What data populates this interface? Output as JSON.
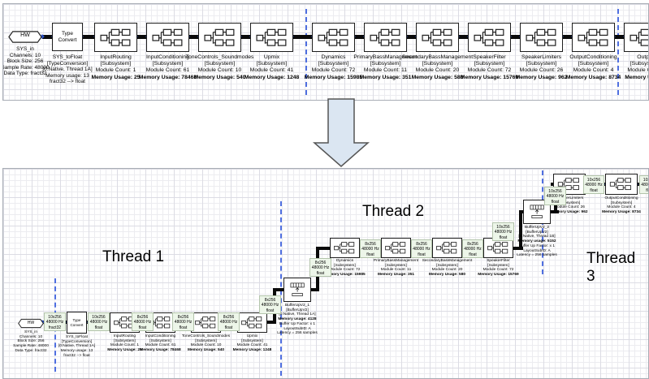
{
  "threads": [
    "Thread 1",
    "Thread 2",
    "Thread 3"
  ],
  "hw": {
    "label": "HW",
    "info": [
      "SYS_in",
      "Channels: 10",
      "Block Size: 256",
      "Sample Rate: 48000",
      "Data Type: fract32"
    ]
  },
  "typeconvert": {
    "label_line1": "Type",
    "label_line2": "Convert",
    "info": [
      "SYS_toFloat",
      "[TypeConversion]",
      "[0:Native, Thread 1A]",
      "Memory usage: 13",
      "fract32 --> float"
    ]
  },
  "subsystems": [
    {
      "name": "InputRouting",
      "kind": "[Subsystem]",
      "modules": "Module Count: 1",
      "memory": "Memory Usage: 25"
    },
    {
      "name": "InputConditioning",
      "kind": "[Subsystem]",
      "modules": "Module Count: 61",
      "memory": "Memory Usage: 78468"
    },
    {
      "name": "ToneControls_Soundmodes",
      "kind": "[Subsystem]",
      "modules": "Module Count: 10",
      "memory": "Memory Usage: 540"
    },
    {
      "name": "Upmix",
      "kind": "[Subsystem]",
      "modules": "Module Count: 41",
      "memory": "Memory Usage: 1248"
    },
    {
      "name": "Dynamics",
      "kind": "[Subsystem]",
      "modules": "Module Count: 72",
      "memory": "Memory Usage: 15985"
    },
    {
      "name": "PrimaryBassManagement",
      "kind": "[Subsystem]",
      "modules": "Module Count: 11",
      "memory": "Memory Usage: 351"
    },
    {
      "name": "SecondaryBassManagement",
      "kind": "[Subsystem]",
      "modules": "Module Count: 20",
      "memory": "Memory Usage: 580"
    },
    {
      "name": "SpeakerFilter",
      "kind": "[Subsystem]",
      "modules": "Module Count: 72",
      "memory": "Memory Usage: 15769"
    },
    {
      "name": "SpeakerLimiters",
      "kind": "[Subsystem]",
      "modules": "Module Count: 26",
      "memory": "Memory Usage: 962"
    },
    {
      "name": "OutputConditioning",
      "kind": "[Subsystem]",
      "modules": "Module Count: 4",
      "memory": "Memory Usage: 8734"
    },
    {
      "name": "Output",
      "kind": "[Subsystem]",
      "modules": "Module Count:",
      "memory": "Memory Usage:"
    }
  ],
  "buffers": [
    {
      "lines": [
        "BufferUpV2_1",
        "[BufferUpV2]",
        "[0:Native, Thread 1A]",
        "Memory usage: 4128",
        "Buffer Up Factor: x 1",
        "LayoutSubID: A",
        "Latency = 256 samples"
      ]
    },
    {
      "lines": [
        "BufferUpV2_2",
        "[BufferUpV2]",
        "[0:Native, Thread 1B]",
        "Memory usage: 5152",
        "Buffer Up Factor: x 1",
        "LayoutSubID: A",
        "Latency = 256 samples"
      ]
    }
  ],
  "wires": {
    "f10c": [
      "10x256",
      "48000 Hz",
      "fract32"
    ],
    "f10": [
      "10x256",
      "48000 Hz",
      "float"
    ],
    "f8": [
      "8x256",
      "48000 Hz",
      "float"
    ]
  },
  "colors": {
    "thread_boundary": "#4f6fe0",
    "wire": "#0a0a0a",
    "port": "#2950c8",
    "wire_label_bg": "#edf6e9",
    "arrow_fill": "#dbe6f2"
  }
}
